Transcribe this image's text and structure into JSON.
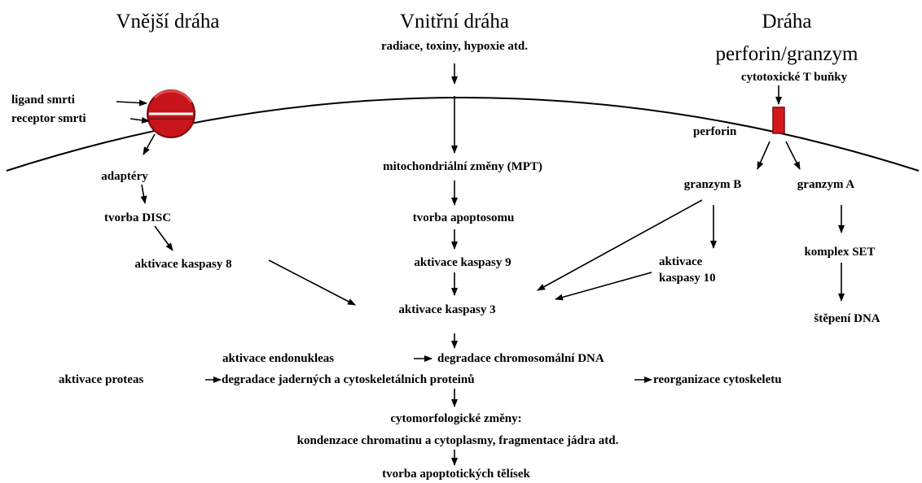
{
  "colors": {
    "receptor": "#c8151b",
    "receptor_dark": "#8e0b0f",
    "perforin": "#d21a1e",
    "line": "#000000"
  },
  "titles": {
    "extrinsic": "Vnější dráha",
    "intrinsic": "Vnitřní dráha",
    "perforin_line1": "Dráha",
    "perforin_line2": "perforin/granzym"
  },
  "extrinsic": {
    "ligand": "ligand smrti",
    "receptor": "receptor smrti",
    "adapters": "adaptéry",
    "disc": "tvorba DISC",
    "caspase8": "aktivace kaspasy 8"
  },
  "intrinsic": {
    "triggers": "radiace, toxiny, hypoxie atd.",
    "mpt": "mitochondriální změny (MPT)",
    "apoptosome": "tvorba apoptosomu",
    "caspase9": "aktivace kaspasy 9"
  },
  "perforin_path": {
    "tcells": "cytotoxické T buňky",
    "perforin": "perforin",
    "granzyme_b": "granzym B",
    "granzyme_a": "granzym A",
    "caspase10_line1": "aktivace",
    "caspase10_line2": "kaspasy 10",
    "set_complex": "komplex SET",
    "dna_cleavage": "štěpení DNA"
  },
  "common": {
    "caspase3": "aktivace kaspasy 3",
    "endonuclease": "aktivace endonukleas",
    "chromosomal_degradation": "degradace chromosomální DNA",
    "protease": "aktivace proteas",
    "protein_degradation": "degradace jaderných a cytoskeletálních proteinů",
    "cytoskeleton_reorg": "reorganizace cytoskeletu",
    "morphology_title": "cytomorfologické změny:",
    "morphology_detail": "kondenzace chromatinu a cytoplasmy, fragmentace jádra atd.",
    "apoptotic_bodies": "tvorba apoptotických tělísek"
  }
}
